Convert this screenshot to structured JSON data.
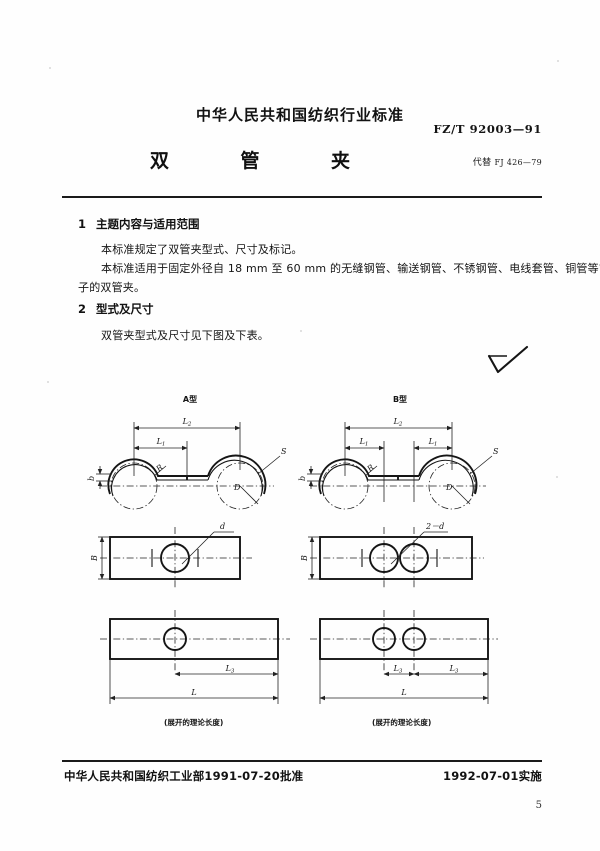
{
  "header": {
    "standard_title": "中华人民共和国纺织行业标准",
    "document_name_chars": [
      "双",
      "管",
      "夹"
    ],
    "standard_number": "FZ/T 92003—91",
    "replaces_label": "代替",
    "replaces_number": "FJ 426—79"
  },
  "clauses": [
    {
      "number": "1",
      "title": "主题内容与适用范围",
      "paragraphs": [
        "本标准规定了双管夹型式、尺寸及标记。",
        "本标准适用于固定外径自 18 mm 至 60 mm 的无缝钢管、输送钢管、不锈钢管、电线套管、铜管等管",
        "子的双管夹。"
      ]
    },
    {
      "number": "2",
      "title": "型式及尺寸",
      "paragraphs": [
        "双管夹型式及尺寸见下图及下表。"
      ]
    }
  ],
  "drawings": {
    "type_a": {
      "title": "A型",
      "caption": "(展开的理论长度)",
      "labels": {
        "overall_top": "L₂",
        "inner_top": "L₁",
        "thickness": "b",
        "radius": "R",
        "diameter": "D",
        "surface": "S",
        "hole": "d",
        "width": "B",
        "hole_offset": "L₃",
        "developed_length": "L"
      }
    },
    "type_b": {
      "title": "B型",
      "caption": "(展开的理论长度)",
      "labels": {
        "overall_top": "L₂",
        "inner_left": "L₁",
        "inner_right": "L₁",
        "thickness": "b",
        "radius": "R",
        "diameter": "D",
        "surface": "S",
        "holes": "2－d",
        "width": "B",
        "hole_offset_left": "L₃",
        "hole_offset_right": "L₃",
        "developed_length": "L"
      }
    },
    "surface_finish_symbol": "✓"
  },
  "footer": {
    "approval": "中华人民共和国纺织工业部1991-07-20批准",
    "effective": "1992-07-01实施",
    "page_number": "5"
  },
  "colors": {
    "ink": "#141414",
    "paper": "#fefefe"
  }
}
